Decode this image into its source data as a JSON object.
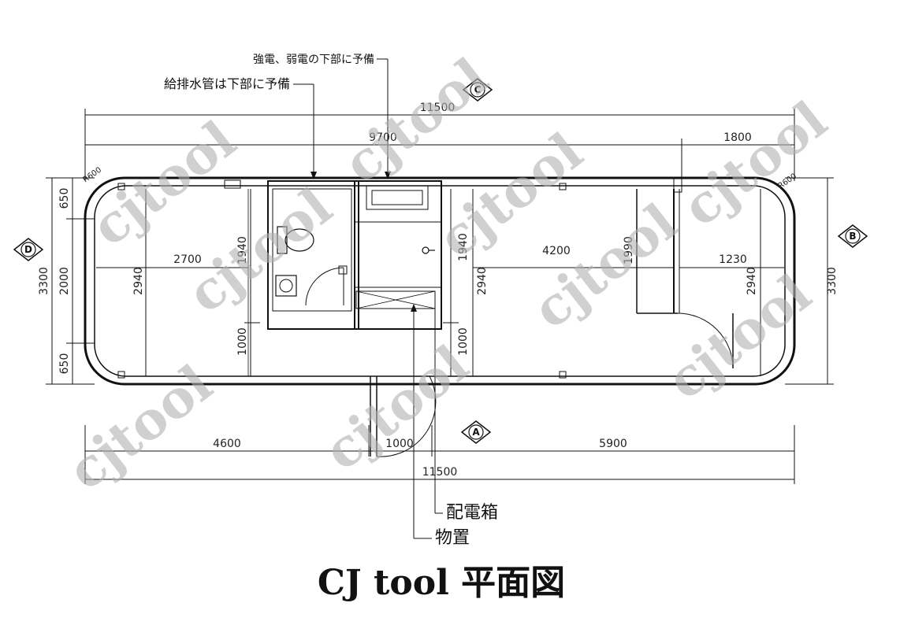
{
  "title": "CJ tool 平面図",
  "watermark": "cjtool",
  "notes": {
    "power": "強電、弱電の下部に予備",
    "water": "給排水管は下部に予備",
    "distribution_box": "配電箱",
    "storage": "物置"
  },
  "axes": {
    "top": "C",
    "bottom": "A",
    "left": "D",
    "right": "B"
  },
  "dimensions": {
    "total_top": "11500",
    "sub_top_left": "9700",
    "sub_top_right": "1800",
    "total_bottom": "11500",
    "bottom_left": "4600",
    "bottom_mid": "1000",
    "bottom_right": "5900",
    "left_total": "3300",
    "left_top": "650",
    "left_mid": "2000",
    "left_bottom": "650",
    "right_total": "3300",
    "room_left_width": "2700",
    "room_left_height": "2940",
    "bath_upper": "1940",
    "bath_lower": "1000",
    "core_upper": "1940",
    "core_lower": "1000",
    "room_right_height_left": "2940",
    "room_right_width": "4200",
    "closet": "1990",
    "entry_width": "1230",
    "room_right_height_right": "2940",
    "radius_left": "R600",
    "radius_right": "R600"
  }
}
